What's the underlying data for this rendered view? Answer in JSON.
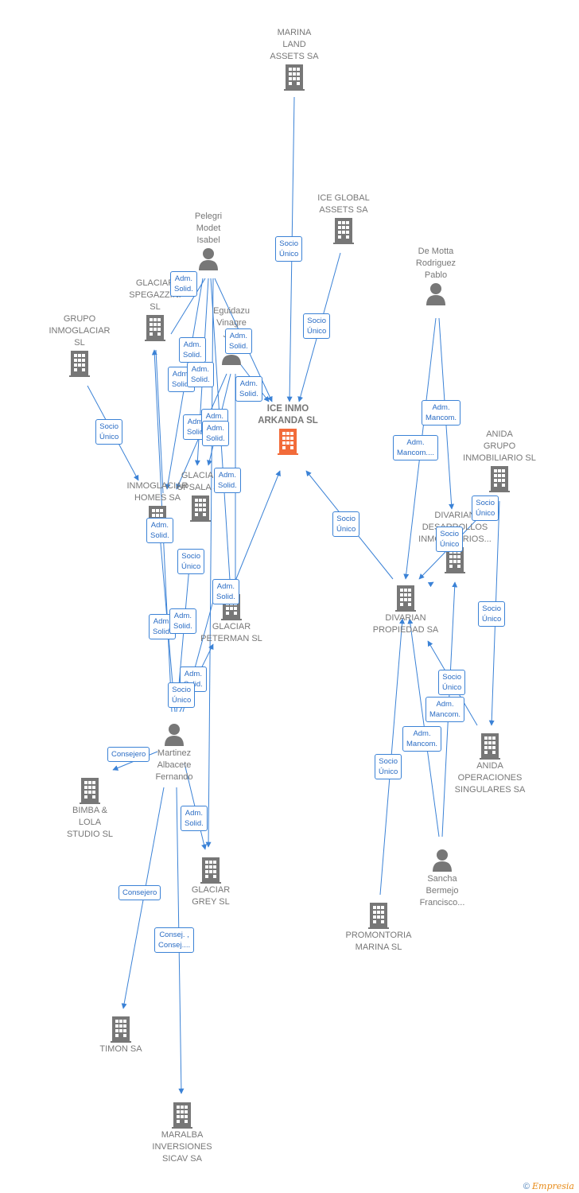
{
  "nodes": {
    "marina_land": {
      "label": "MARINA\nLAND\nASSETS SA",
      "type": "company"
    },
    "ice_global": {
      "label": "ICE GLOBAL\nASSETS SA",
      "type": "company"
    },
    "pelegri": {
      "label": "Pelegri\nModet\nIsabel",
      "type": "person"
    },
    "de_motta": {
      "label": "De Motta\nRodriguez\nPablo",
      "type": "person"
    },
    "glaciar_spegazzini": {
      "label": "GLACIAR\nSPEGAZZINI\nSL",
      "type": "company"
    },
    "grupo_inmoglaciar": {
      "label": "GRUPO\nINMOGLACIAR\nSL",
      "type": "company"
    },
    "eguidazu": {
      "label": "Eguidazu\nVinagre\nJa...",
      "type": "person"
    },
    "ice_inmo": {
      "label": "ICE INMO\nARKANDA  SL",
      "type": "company-main"
    },
    "anida_grupo": {
      "label": "ANIDA\nGRUPO\nINMOBILIARIO SL",
      "type": "company"
    },
    "inmoglaciar_homes": {
      "label": "INMOGLACIAR\nHOMES SA",
      "type": "company"
    },
    "glaciar_upsala": {
      "label": "GLACIAR\nUPSALA SL",
      "type": "company"
    },
    "divarian_desarrollos": {
      "label": "DIVARIAN\nDESARROLLOS\nINMOBILIARIOS...",
      "type": "company"
    },
    "divarian_propiedad": {
      "label": "DIVARIAN\nPROPIEDAD SA",
      "type": "company"
    },
    "glaciar_peterman": {
      "label": "GLACIAR\nPETERMAN  SL",
      "type": "company"
    },
    "martinez": {
      "label": "Martinez\nAlbacete\nFernando",
      "type": "person"
    },
    "anida_operaciones": {
      "label": "ANIDA\nOPERACIONES\nSINGULARES SA",
      "type": "company"
    },
    "bimba": {
      "label": "BIMBA &\nLOLA\nSTUDIO SL",
      "type": "company"
    },
    "glaciar_grey": {
      "label": "GLACIAR\nGREY  SL",
      "type": "company"
    },
    "sancha": {
      "label": "Sancha\nBermejo\nFrancisco...",
      "type": "person"
    },
    "promontoria": {
      "label": "PROMONTORIA\nMARINA  SL",
      "type": "company"
    },
    "timon": {
      "label": "TIMON SA",
      "type": "company"
    },
    "maralba": {
      "label": "MARALBA\nINVERSIONES\nSICAV SA",
      "type": "company"
    }
  },
  "edge_labels": {
    "socio_unico": "Socio\nÚnico",
    "adm_solid": "Adm.\nSolid.",
    "adm_mancom": "Adm.\nMancom.",
    "adm_mancom_trunc": "Adm.\nMancom....",
    "consejero": "Consejero",
    "consej": "Consej. ,\nConsej...."
  },
  "footer": {
    "copyright": "©",
    "brand": "Empresia"
  },
  "colors": {
    "edge": "#3b82d6",
    "node_icon": "#777777",
    "main_icon": "#f26b3a"
  }
}
